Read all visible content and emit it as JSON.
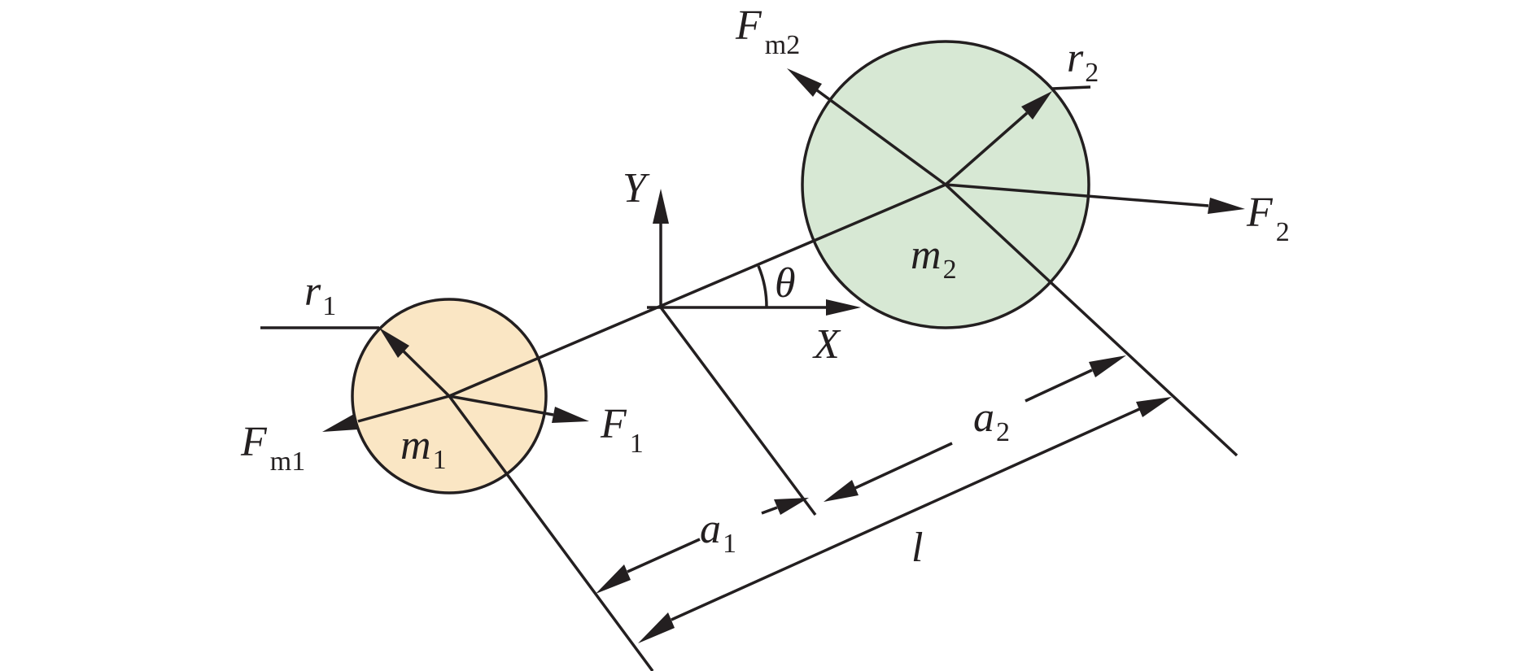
{
  "colors": {
    "ink": "#231f20",
    "mass1_fill": "#fae6c4",
    "mass2_fill": "#d7e8d4",
    "background": "#ffffff"
  },
  "labels": {
    "Y": {
      "main": "Y",
      "sub": ""
    },
    "X": {
      "main": "X",
      "sub": ""
    },
    "theta": {
      "main": "θ",
      "sub": ""
    },
    "r1": {
      "main": "r",
      "sub": "1"
    },
    "r2": {
      "main": "r",
      "sub": "2"
    },
    "Fm1": {
      "main": "F",
      "sub": "m1"
    },
    "Fm2": {
      "main": "F",
      "sub": "m2"
    },
    "F1": {
      "main": "F",
      "sub": "1"
    },
    "F2": {
      "main": "F",
      "sub": "2"
    },
    "m1": {
      "main": "m",
      "sub": "1"
    },
    "m2": {
      "main": "m",
      "sub": "2"
    },
    "a1": {
      "main": "a",
      "sub": "1"
    },
    "a2": {
      "main": "a",
      "sub": "2"
    },
    "l": {
      "main": "l",
      "sub": ""
    }
  }
}
